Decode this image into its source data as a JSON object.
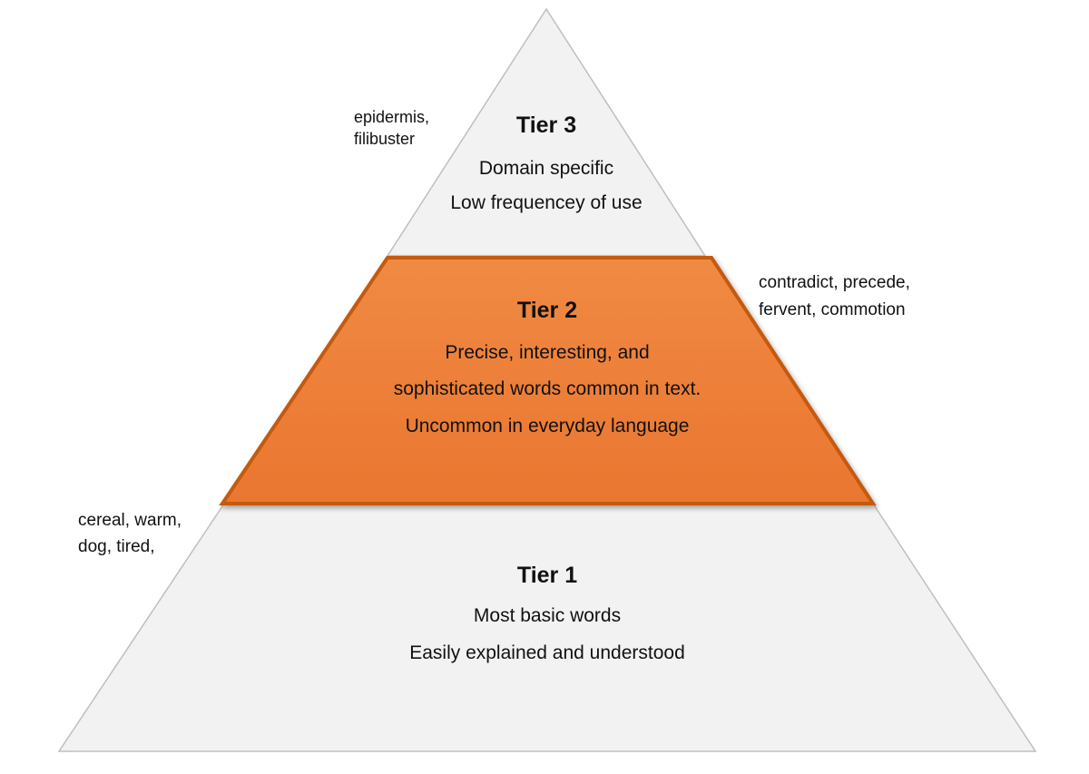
{
  "tiers": {
    "tier3": {
      "title": "Tier 3",
      "line1": "Domain specific",
      "line2": "Low frequencey of use",
      "examples_line1": "epidermis,",
      "examples_line2": "filibuster"
    },
    "tier2": {
      "title": "Tier 2",
      "line1": "Precise, interesting, and",
      "line2": "sophisticated words common in text.",
      "line3": "Uncommon in everyday language",
      "examples_line1": "contradict, precede,",
      "examples_line2": "fervent, commotion"
    },
    "tier1": {
      "title": "Tier 1",
      "line1": "Most basic words",
      "line2": "Easily explained and understood",
      "examples_line1": "cereal, warm,",
      "examples_line2": "dog, tired,"
    }
  },
  "colors": {
    "light_tier_fill": "#f2f2f2",
    "highlight_tier_fill": "#ed7d31",
    "highlight_tier_border": "#c55a11",
    "outline": "#bfbfbf"
  }
}
